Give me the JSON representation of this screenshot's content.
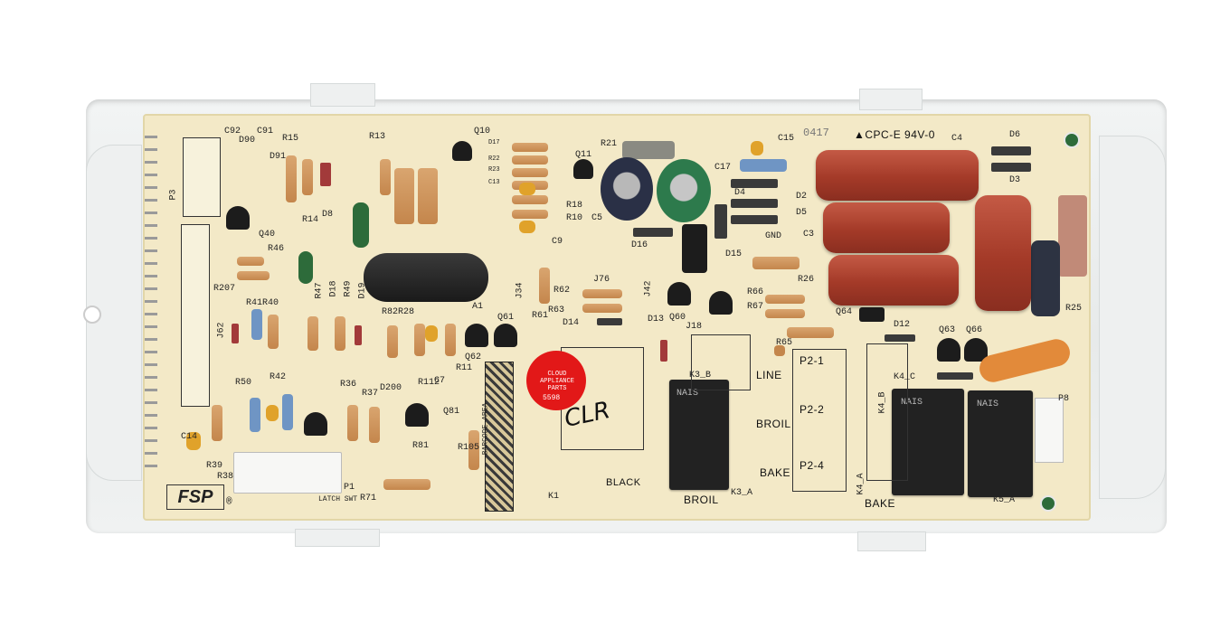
{
  "board": {
    "logo": "FSP",
    "registered": "®",
    "rating": "▲CPC-E 94V-0",
    "date_code": "0417",
    "sticker_text": "CLOUD APPLIANCE PARTS",
    "sticker_code": "5598",
    "handwritten": "CLR",
    "barcode_label": "BARCODE AREA",
    "latch_label": "LATCH SWT",
    "gnd_label": "GND",
    "black_label": "BLACK",
    "line_label": "LINE",
    "broil_label": "BROIL",
    "bake_label": "BAKE",
    "broil_bottom": "BROIL",
    "bake_bottom": "BAKE",
    "p2_1": "P2-1",
    "p2_2": "P2-2",
    "p2_4": "P2-4",
    "k3b": "K3_B",
    "k3a": "K3_A",
    "k4c": "K4_C",
    "k4b": "K4_B",
    "k4a": "K4_A",
    "k5a": "K5_A",
    "k1": "K1",
    "p1": "P1",
    "p3": "P3",
    "p8": "P8",
    "j18": "J18",
    "j34": "J34",
    "j42": "J42",
    "j62": "J62",
    "j76": "J76",
    "a1": "A1",
    "relay_text": "NAIS"
  },
  "refdes": [
    "C92",
    "D90",
    "C91",
    "D91",
    "R15",
    "R14",
    "D8",
    "R13",
    "Q10",
    "D17",
    "R22",
    "R23",
    "C13",
    "R18",
    "R10",
    "C9",
    "Q11",
    "R21",
    "C5",
    "D16",
    "D15",
    "C15",
    "C17",
    "D4",
    "D2",
    "D5",
    "C3",
    "C4",
    "D6",
    "D3",
    "Q40",
    "R46",
    "R207",
    "R47",
    "D18",
    "R49",
    "D19",
    "R41",
    "R40",
    "R50",
    "R42",
    "R82",
    "R28",
    "C7",
    "R112",
    "R11",
    "Q61",
    "Q62",
    "R36",
    "R37",
    "D200",
    "Q81",
    "R81",
    "R105",
    "R71",
    "R39",
    "R38",
    "C14",
    "R62",
    "R63",
    "D14",
    "R61",
    "Q60",
    "D13",
    "R66",
    "R67",
    "Q64",
    "R26",
    "R65",
    "D12",
    "Q63",
    "Q66",
    "R25"
  ]
}
